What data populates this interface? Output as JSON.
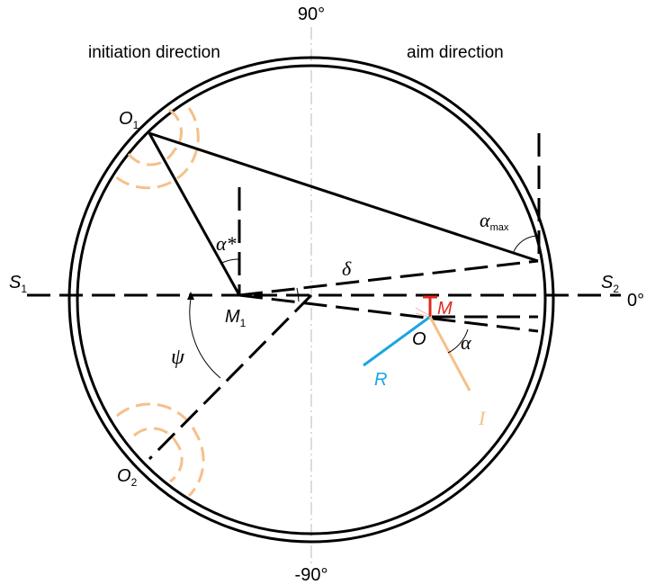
{
  "labels": {
    "deg_90": "90°",
    "deg_neg90": "-90°",
    "deg_0": "0°",
    "initiation_direction": "initiation direction",
    "aim_direction": "aim direction",
    "O1": {
      "main": "O",
      "sub": "1"
    },
    "O2": {
      "main": "O",
      "sub": "2"
    },
    "S1": {
      "main": "S",
      "sub": "1"
    },
    "S2": {
      "main": "S",
      "sub": "2"
    },
    "M1": {
      "main": "M",
      "sub": "1"
    },
    "M": "M",
    "O": "O",
    "R": "R",
    "I": "I",
    "alpha": "α",
    "alpha_star": "α*",
    "alpha_max": {
      "main": "α",
      "sub": "max"
    },
    "delta": "δ",
    "psi": "ψ"
  },
  "colors": {
    "line": "#000000",
    "circle_ring": "#000000",
    "orange": "#f5c08a",
    "cyan": "#1aa6e0",
    "red": "#e0281c",
    "axis_gray": "#b8b8b8"
  }
}
